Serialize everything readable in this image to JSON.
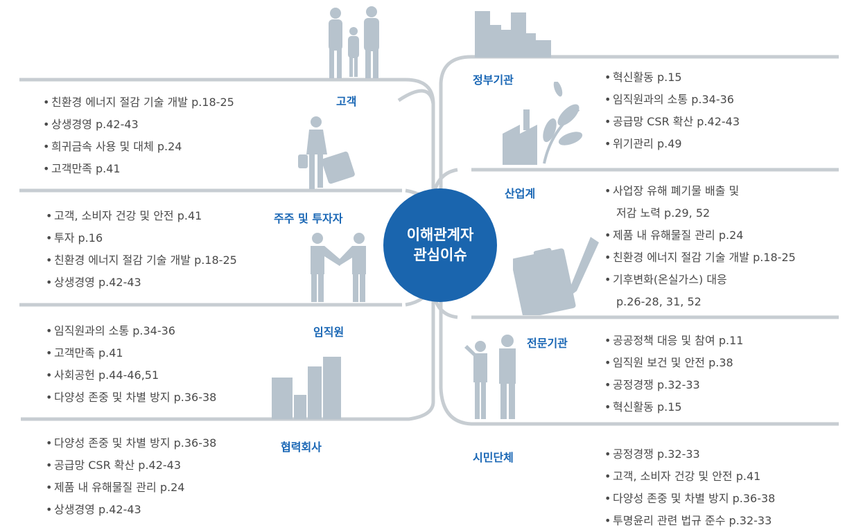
{
  "center": {
    "line1": "이해관계자",
    "line2": "관심이슈"
  },
  "colors": {
    "accent": "#1a67b5",
    "circle": "#1a65ae",
    "line": "#c7cdd2",
    "illustration": "#b7c3cd"
  },
  "groups": [
    {
      "id": "customer",
      "title": "고객",
      "illustration": "shopping-person-icon",
      "items": [
        "친환경 에너지 절감 기술 개발 p.18-25",
        "상생경영 p.42-43",
        "희귀금속 사용 및 대체 p.24",
        "고객만족 p.41"
      ]
    },
    {
      "id": "shareholder",
      "title": "주주 및 투자자",
      "illustration": "handshake-icon",
      "items": [
        "고객, 소비자 건강 및 안전 p.41",
        "투자 p.16",
        "친환경 에너지 절감 기술 개발 p.18-25",
        "상생경영 p.42-43"
      ]
    },
    {
      "id": "employee",
      "title": "임직원",
      "illustration": "buildings-icon",
      "items": [
        "임직원과의 소통 p.34-36",
        "고객만족 p.41",
        "사회공헌 p.44-46,51",
        "다양성 존중 및 차별 방지 p.36-38"
      ]
    },
    {
      "id": "partner",
      "title": "협력회사",
      "items": [
        "다양성 존중 및 차별 방지 p.36-38",
        "공급망 CSR 확산 p.42-43",
        "제품 내 유해물질 관리 p.24",
        "상생경영 p.42-43"
      ]
    },
    {
      "id": "government",
      "title": "정부기관",
      "illustration": "factory-leaf-icon",
      "items": [
        "혁신활동 p.15",
        "임직원과의 소통 p.34-36",
        "공급망 CSR 확산 p.42-43",
        "위기관리 p.49"
      ]
    },
    {
      "id": "industry",
      "title": "산업계",
      "illustration": "clipboard-pen-icon",
      "items": [
        {
          "text": "사업장 유해 폐기물 배출 및",
          "cont": "저감 노력 p.29, 52"
        },
        "제품 내 유해물질 관리 p.24",
        "친환경 에너지 절감 기술 개발 p.18-25",
        {
          "text": "기후변화(온실가스) 대응",
          "cont": "p.26-28, 31, 52"
        }
      ]
    },
    {
      "id": "expert",
      "title": "전문기관",
      "illustration": "two-people-icon",
      "items": [
        "공공정책 대응 및 참여 p.11",
        "임직원 보건 및 안전 p.38",
        "공정경쟁 p.32-33",
        "혁신활동 p.15"
      ]
    },
    {
      "id": "civic",
      "title": "시민단체",
      "items": [
        "공정경쟁 p.32-33",
        "고객, 소비자 건강 및 안전 p.41",
        "다양성 존중 및 차별 방지 p.36-38",
        "투명윤리 관련 법규 준수 p.32-33"
      ]
    }
  ],
  "top_illustrations": [
    "family-people-icon",
    "city-skyline-icon"
  ]
}
